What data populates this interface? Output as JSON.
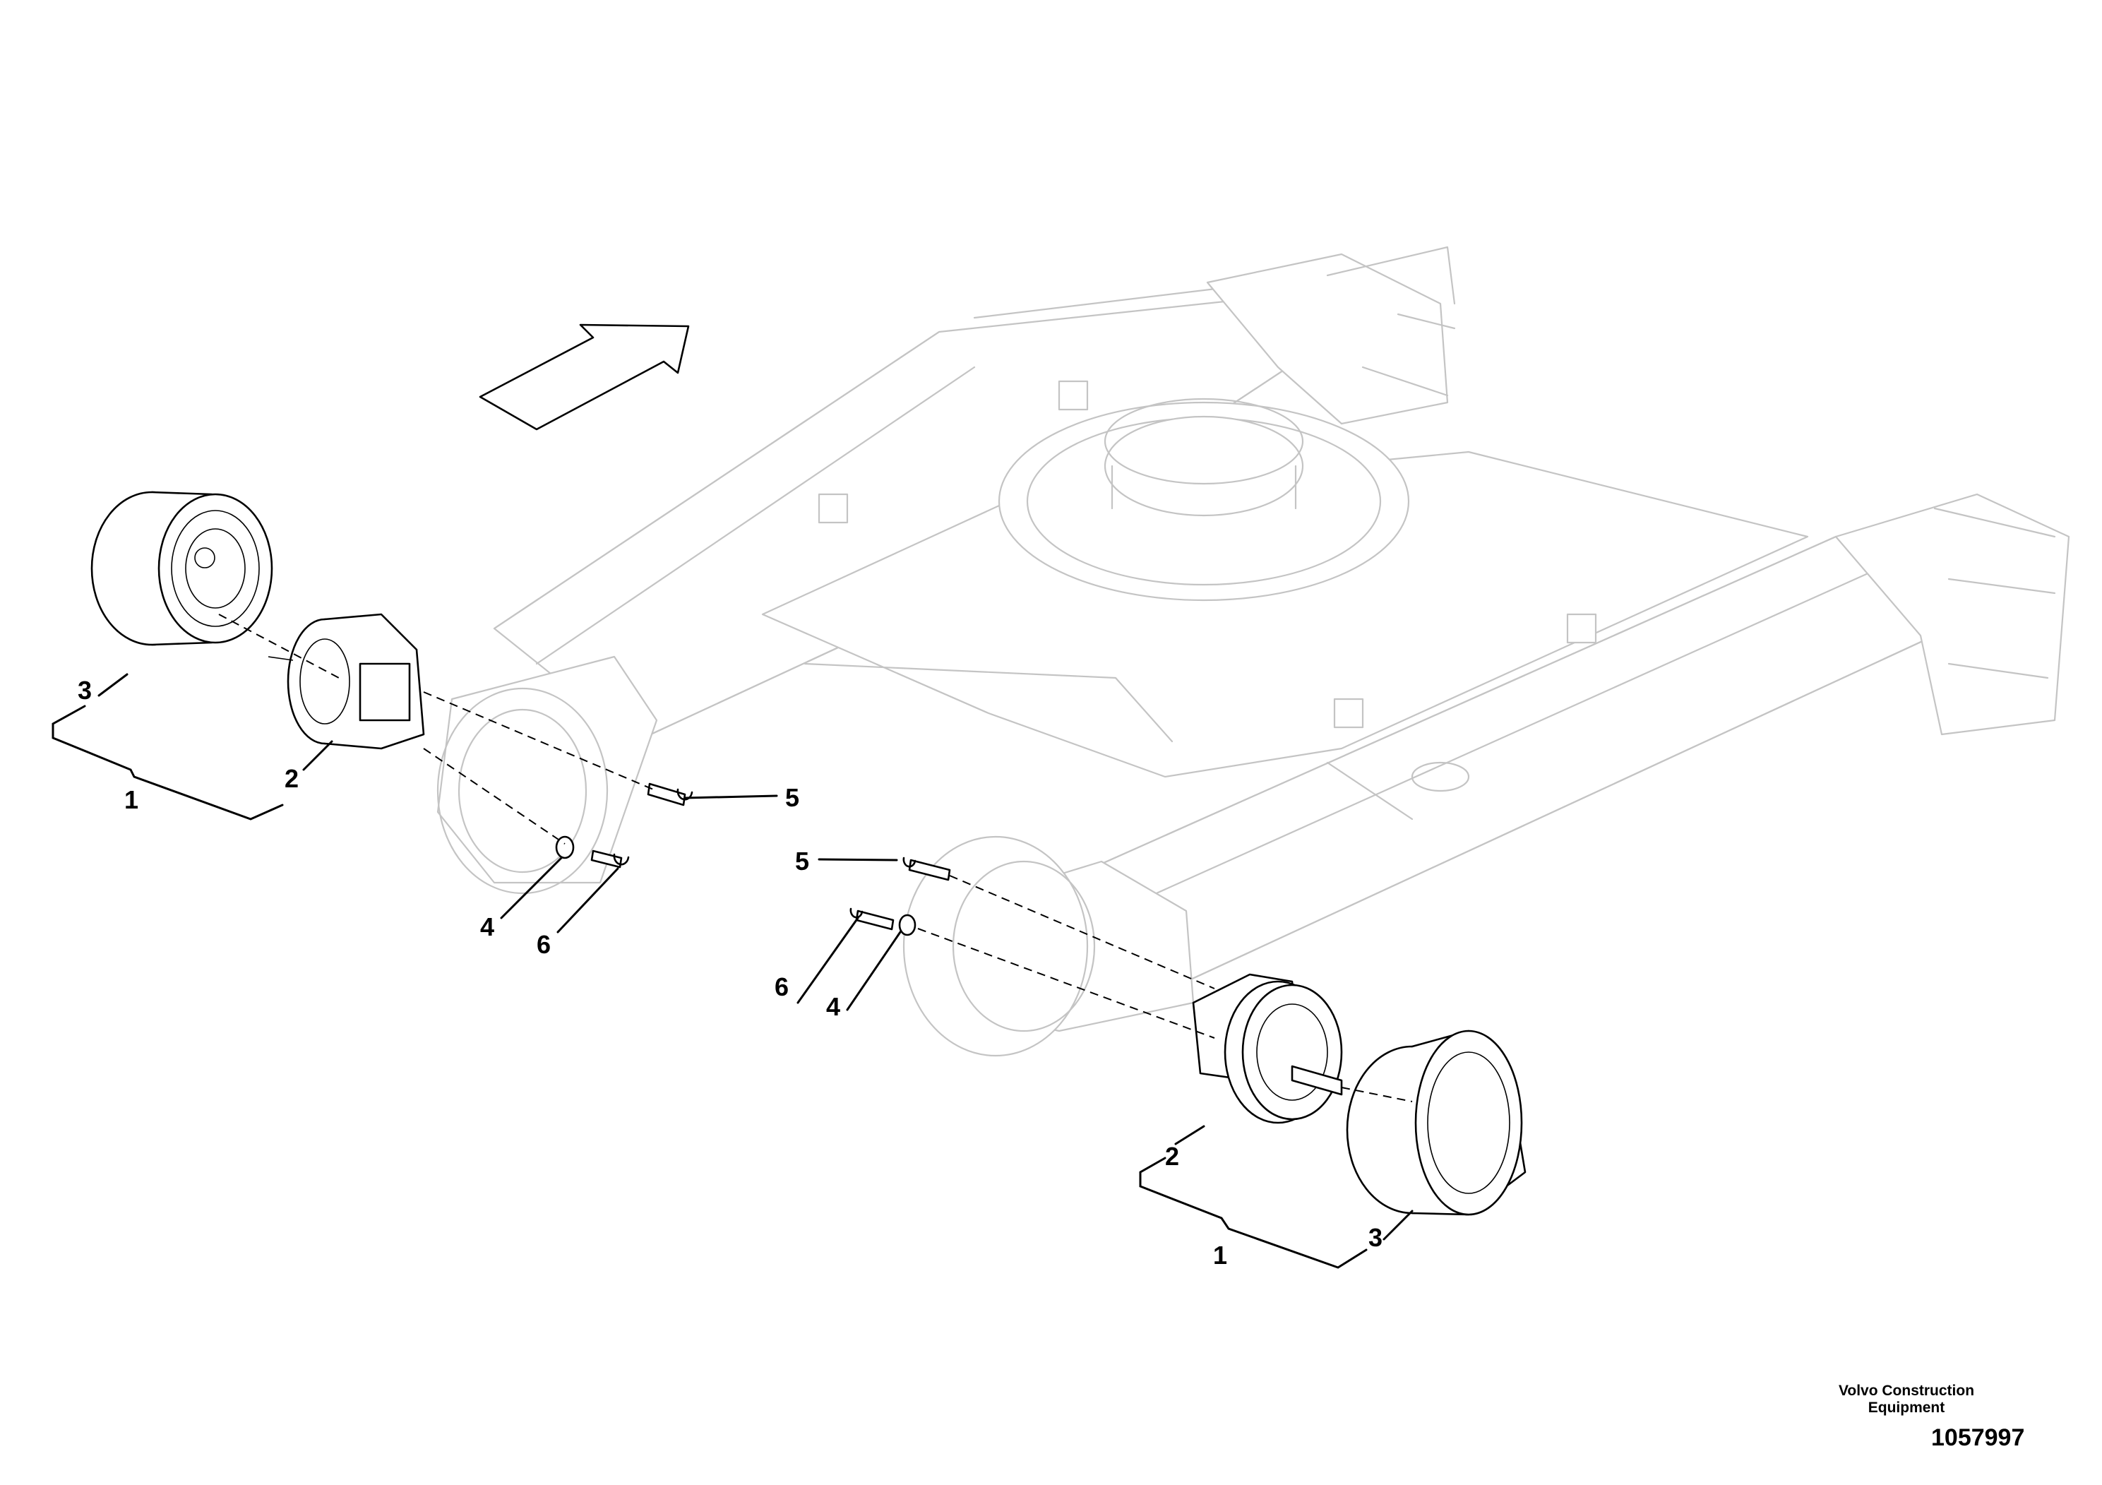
{
  "callouts": {
    "left": {
      "c1": "1",
      "c2": "2",
      "c3": "3",
      "c4": "4",
      "c5": "5",
      "c6": "6"
    },
    "right": {
      "c1": "1",
      "c2": "2",
      "c3": "3",
      "c4": "4",
      "c5": "5",
      "c6": "6"
    }
  },
  "footer": {
    "company": "Volvo Construction Equipment",
    "drawing_number": "1057997"
  }
}
